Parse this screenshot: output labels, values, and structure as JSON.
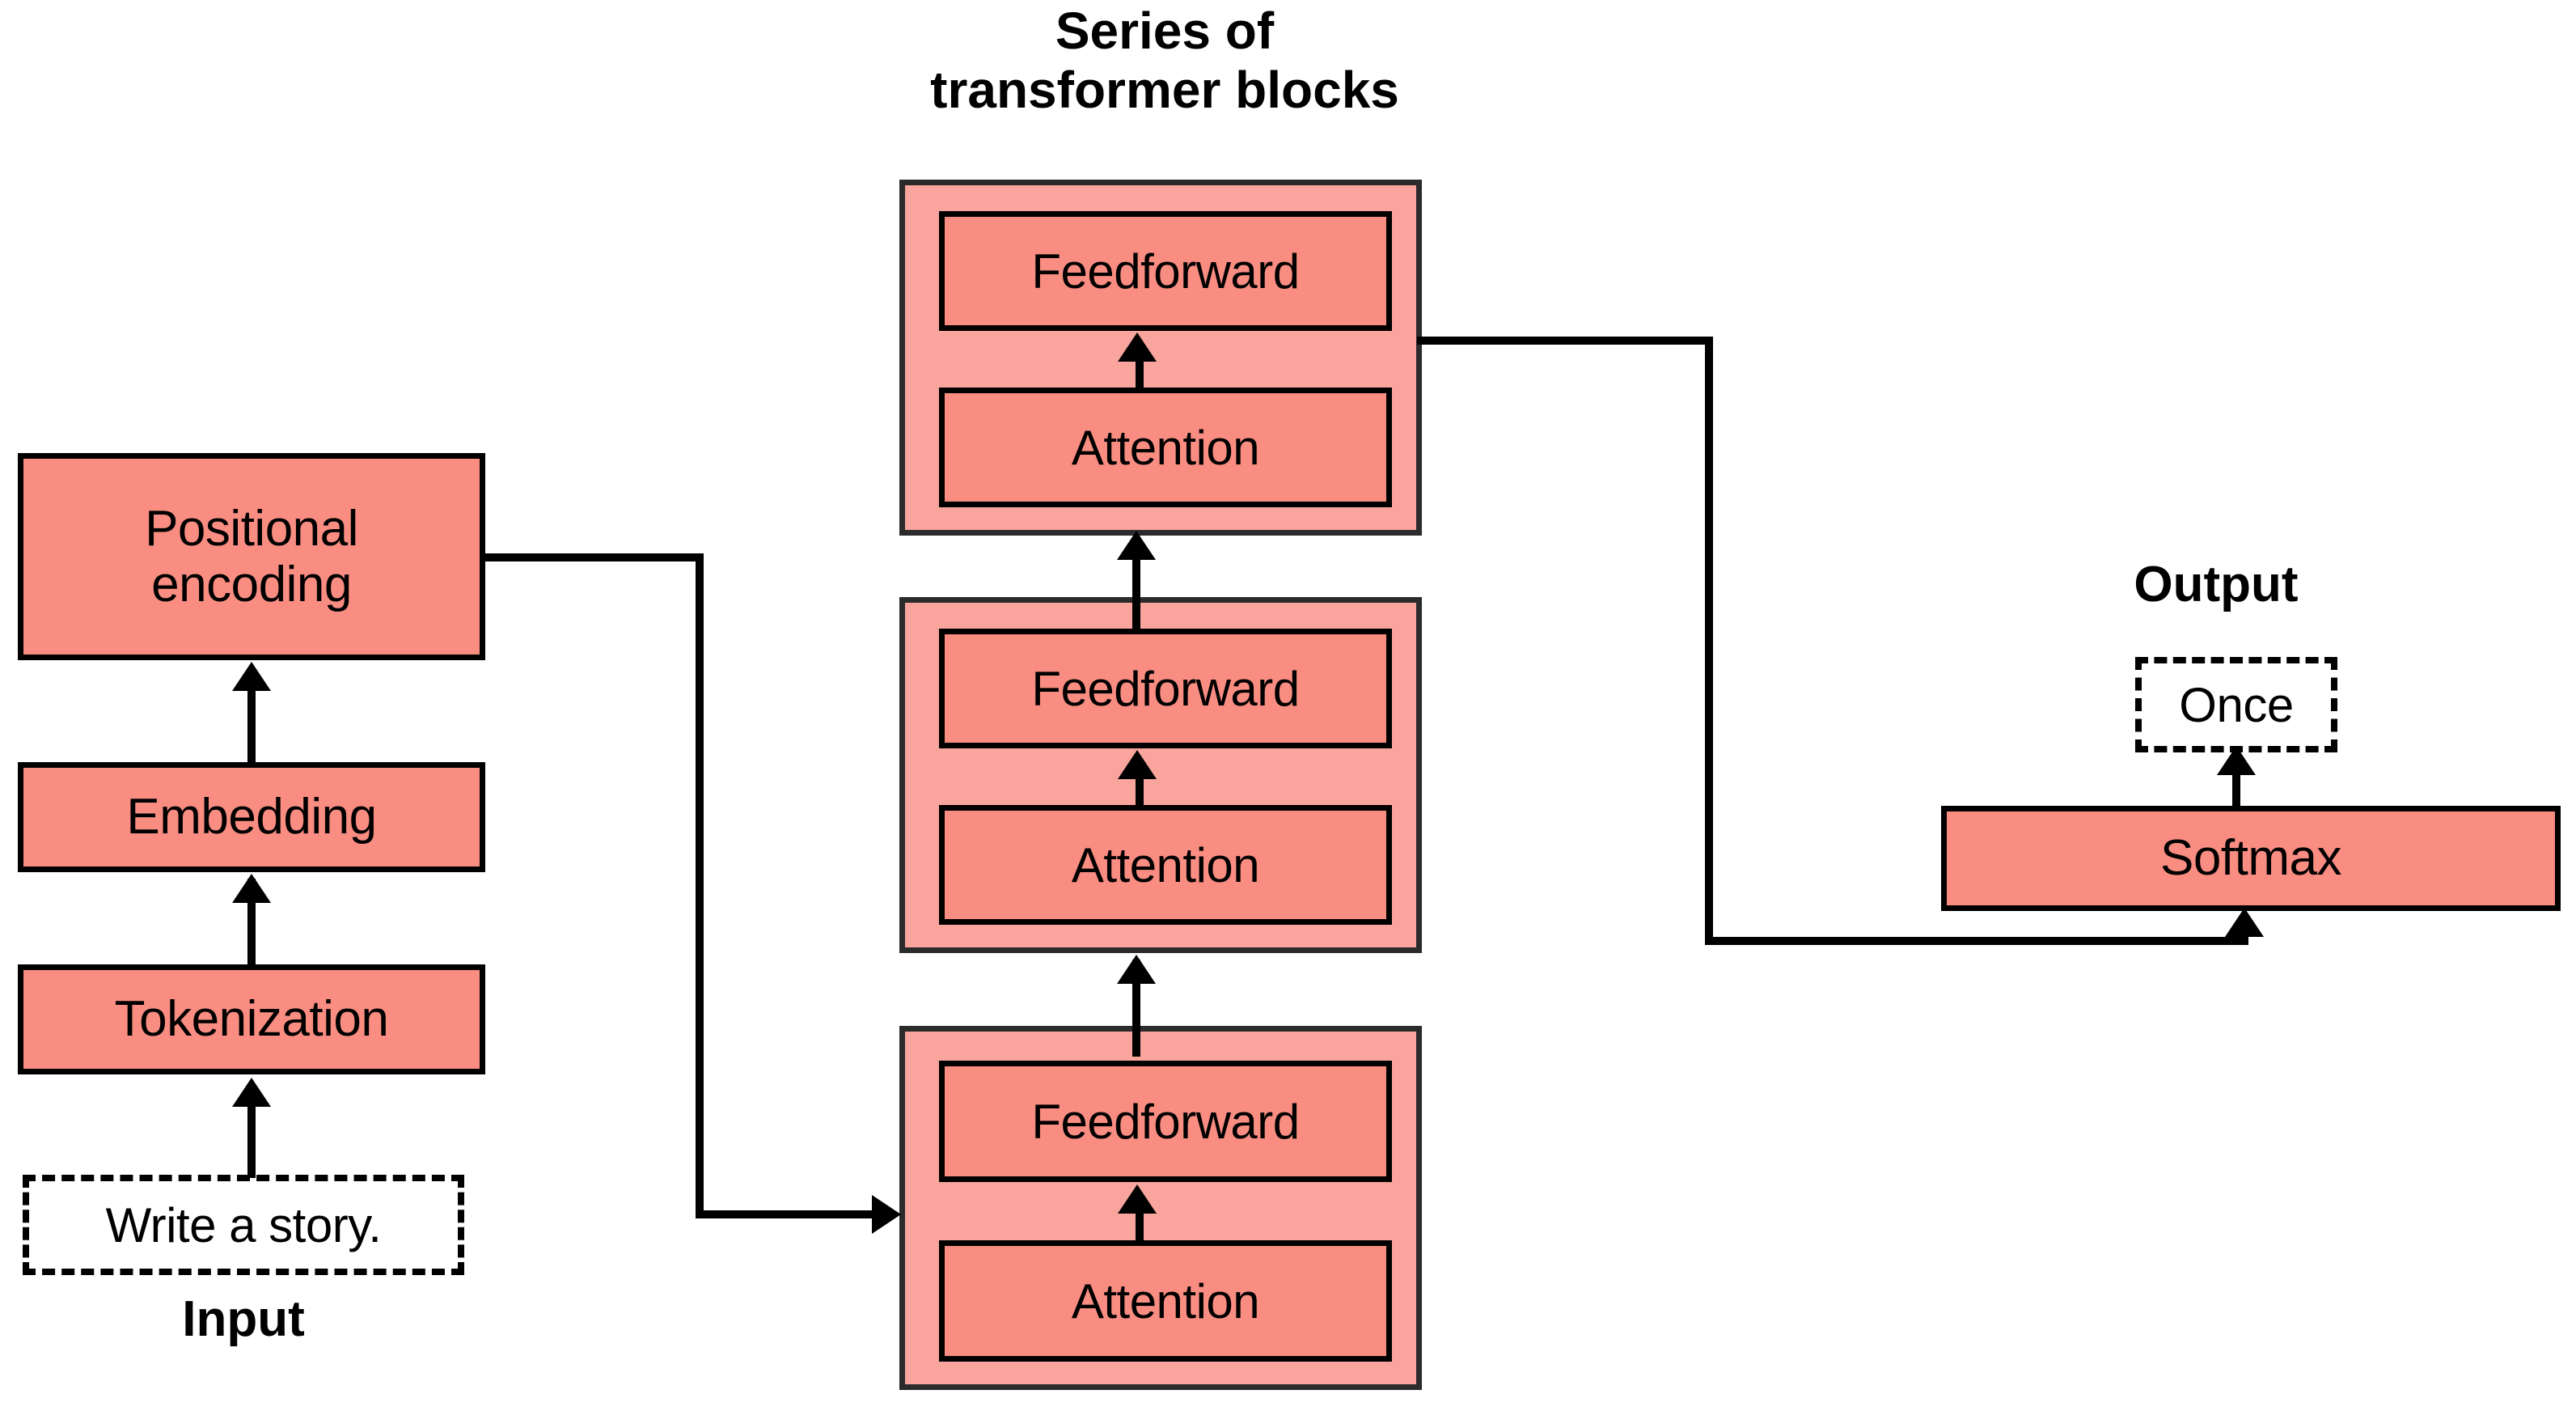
{
  "diagram": {
    "title": "Transformer architecture flow diagram",
    "background_color": "#ffffff",
    "node_fill": "#fa8d82",
    "block_fill": "#f9a49c",
    "stroke_color": "#000000"
  },
  "input_column": {
    "input_caption": "Input",
    "input_token": "Write a story.",
    "nodes": [
      {
        "label": "Tokenization"
      },
      {
        "label": "Embedding"
      },
      {
        "label": "Positional\nencoding"
      }
    ]
  },
  "transformer": {
    "title": "Series of\ntransformer blocks",
    "blocks": [
      {
        "name": "transformer-block-3",
        "sublayers": [
          {
            "label": "Feedforward"
          },
          {
            "label": "Attention"
          }
        ]
      },
      {
        "name": "transformer-block-2",
        "sublayers": [
          {
            "label": "Feedforward"
          },
          {
            "label": "Attention"
          }
        ]
      },
      {
        "name": "transformer-block-1",
        "sublayers": [
          {
            "label": "Feedforward"
          },
          {
            "label": "Attention"
          }
        ]
      }
    ]
  },
  "output_column": {
    "output_caption": "Output",
    "output_token": "Once",
    "softmax_label": "Softmax"
  },
  "edges": [
    {
      "from": "Write a story.",
      "to": "Tokenization"
    },
    {
      "from": "Tokenization",
      "to": "Embedding"
    },
    {
      "from": "Embedding",
      "to": "Positional encoding"
    },
    {
      "from": "Positional encoding",
      "to": "transformer-block-1"
    },
    {
      "from": "Attention",
      "to": "Feedforward"
    },
    {
      "from": "transformer-block-1",
      "to": "transformer-block-2"
    },
    {
      "from": "transformer-block-2",
      "to": "transformer-block-3"
    },
    {
      "from": "transformer-block-3",
      "to": "Softmax"
    },
    {
      "from": "Softmax",
      "to": "Once"
    }
  ]
}
